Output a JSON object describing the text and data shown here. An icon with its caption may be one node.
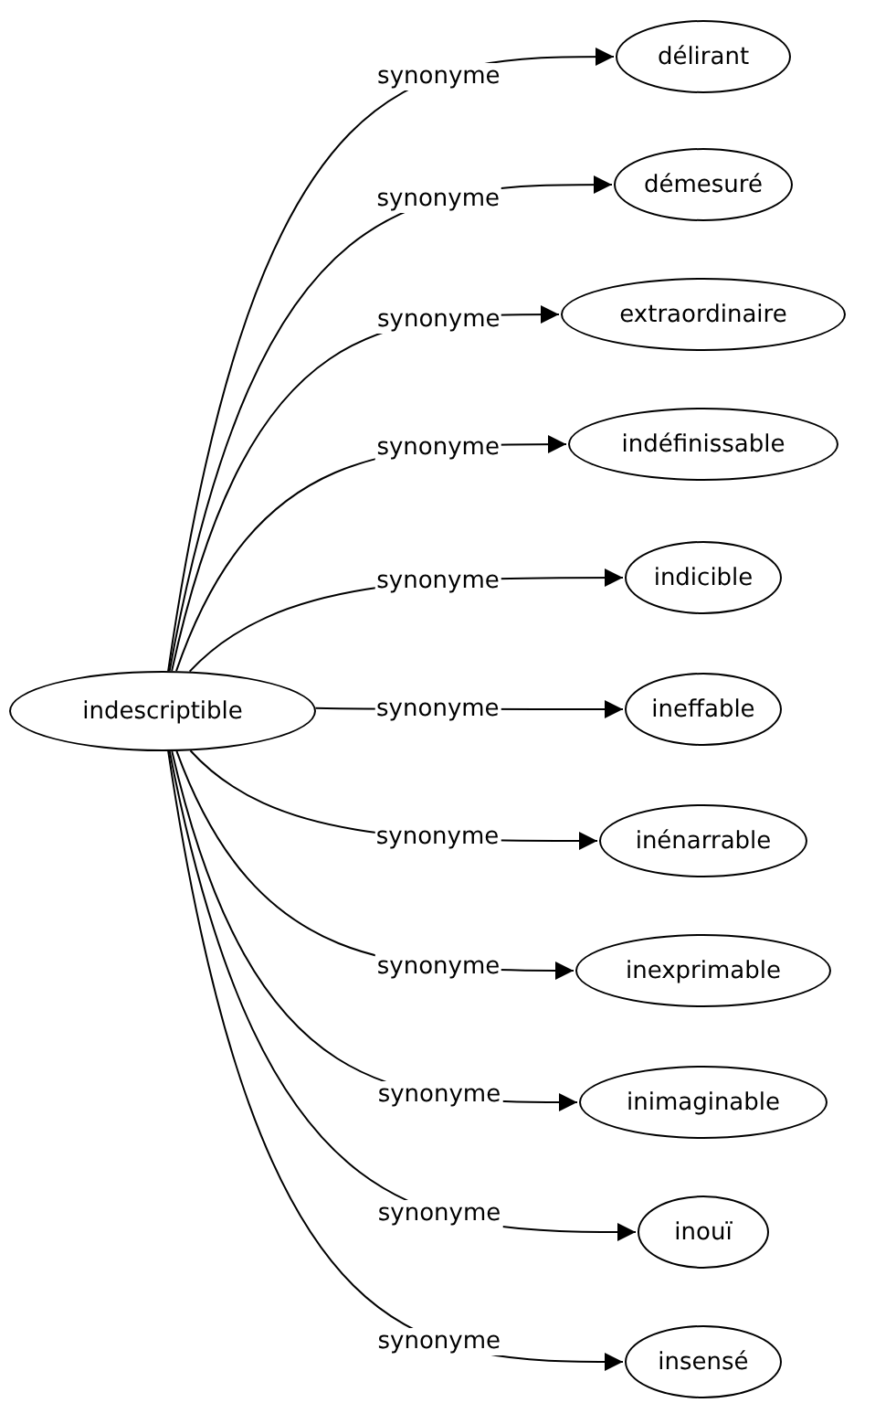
{
  "diagram": {
    "nodes": [
      {
        "text": [
          "indescriptible"
        ]
      },
      {
        "text": [
          "délirant"
        ]
      },
      {
        "text": [
          "démesuré"
        ]
      },
      {
        "text": [
          "extraordinaire"
        ]
      },
      {
        "text": [
          "indéfinissable"
        ]
      },
      {
        "text": [
          "indicible"
        ]
      },
      {
        "text": [
          "ineffable"
        ]
      },
      {
        "text": [
          "inénarrable"
        ]
      },
      {
        "text": [
          "inexprimable"
        ]
      },
      {
        "text": [
          "inimaginable"
        ]
      },
      {
        "text": [
          "inouï"
        ]
      },
      {
        "text": [
          "insensé"
        ]
      }
    ],
    "edges": [
      {
        "from": 0,
        "to": 1,
        "arrow": "to",
        "label": "synonyme"
      },
      {
        "from": 0,
        "to": 2,
        "arrow": "to",
        "label": "synonyme"
      },
      {
        "from": 0,
        "to": 3,
        "arrow": "to",
        "label": "synonyme"
      },
      {
        "from": 0,
        "to": 4,
        "arrow": "to",
        "label": "synonyme"
      },
      {
        "from": 0,
        "to": 5,
        "arrow": "to",
        "label": "synonyme"
      },
      {
        "from": 0,
        "to": 6,
        "arrow": "to",
        "label": "synonyme"
      },
      {
        "from": 0,
        "to": 7,
        "arrow": "to",
        "label": "synonyme"
      },
      {
        "from": 0,
        "to": 8,
        "arrow": "to",
        "label": "synonyme"
      },
      {
        "from": 0,
        "to": 9,
        "arrow": "to",
        "label": "synonyme"
      },
      {
        "from": 0,
        "to": 10,
        "arrow": "to",
        "label": "synonyme"
      },
      {
        "from": 0,
        "to": 11,
        "arrow": "to",
        "label": "synonyme"
      }
    ]
  }
}
